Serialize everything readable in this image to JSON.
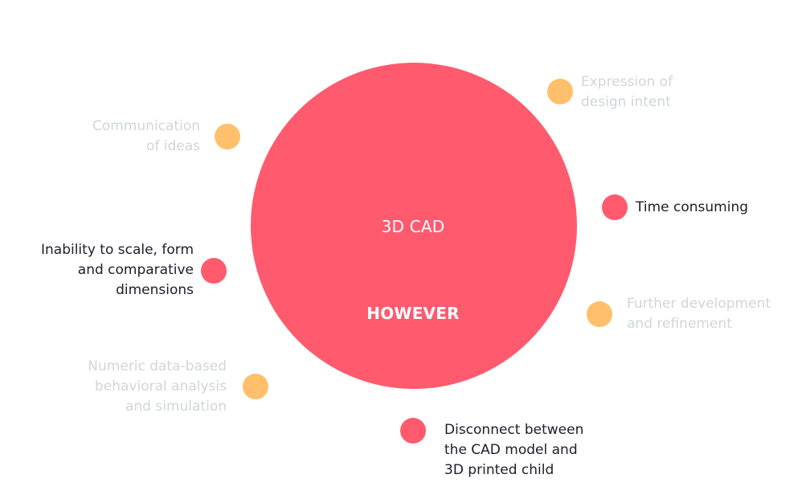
{
  "center": {
    "title": "3D CAD",
    "subtitle": "HOWEVER"
  },
  "points": [
    {
      "id": "expression",
      "kind": "pro",
      "text": "Expression of\ndesign intent"
    },
    {
      "id": "communication",
      "kind": "pro",
      "text": "Communication\nof ideas"
    },
    {
      "id": "time",
      "kind": "con",
      "text": "Time consuming"
    },
    {
      "id": "inability",
      "kind": "con",
      "text": "Inability to scale, form\nand comparative\ndimensions"
    },
    {
      "id": "further",
      "kind": "pro",
      "text": "Further development\nand refinement"
    },
    {
      "id": "numeric",
      "kind": "pro",
      "text": "Numeric data-based\nbehavioral analysis\nand simulation"
    },
    {
      "id": "disconnect",
      "kind": "con",
      "text": "Disconnect between\nthe CAD model and\n3D printed child"
    }
  ],
  "colors": {
    "primary": "#ff5a6e",
    "pro_dot": "#ffbf6b",
    "pro_text": "#d0d6d8",
    "con_text": "#1d1d2b"
  }
}
